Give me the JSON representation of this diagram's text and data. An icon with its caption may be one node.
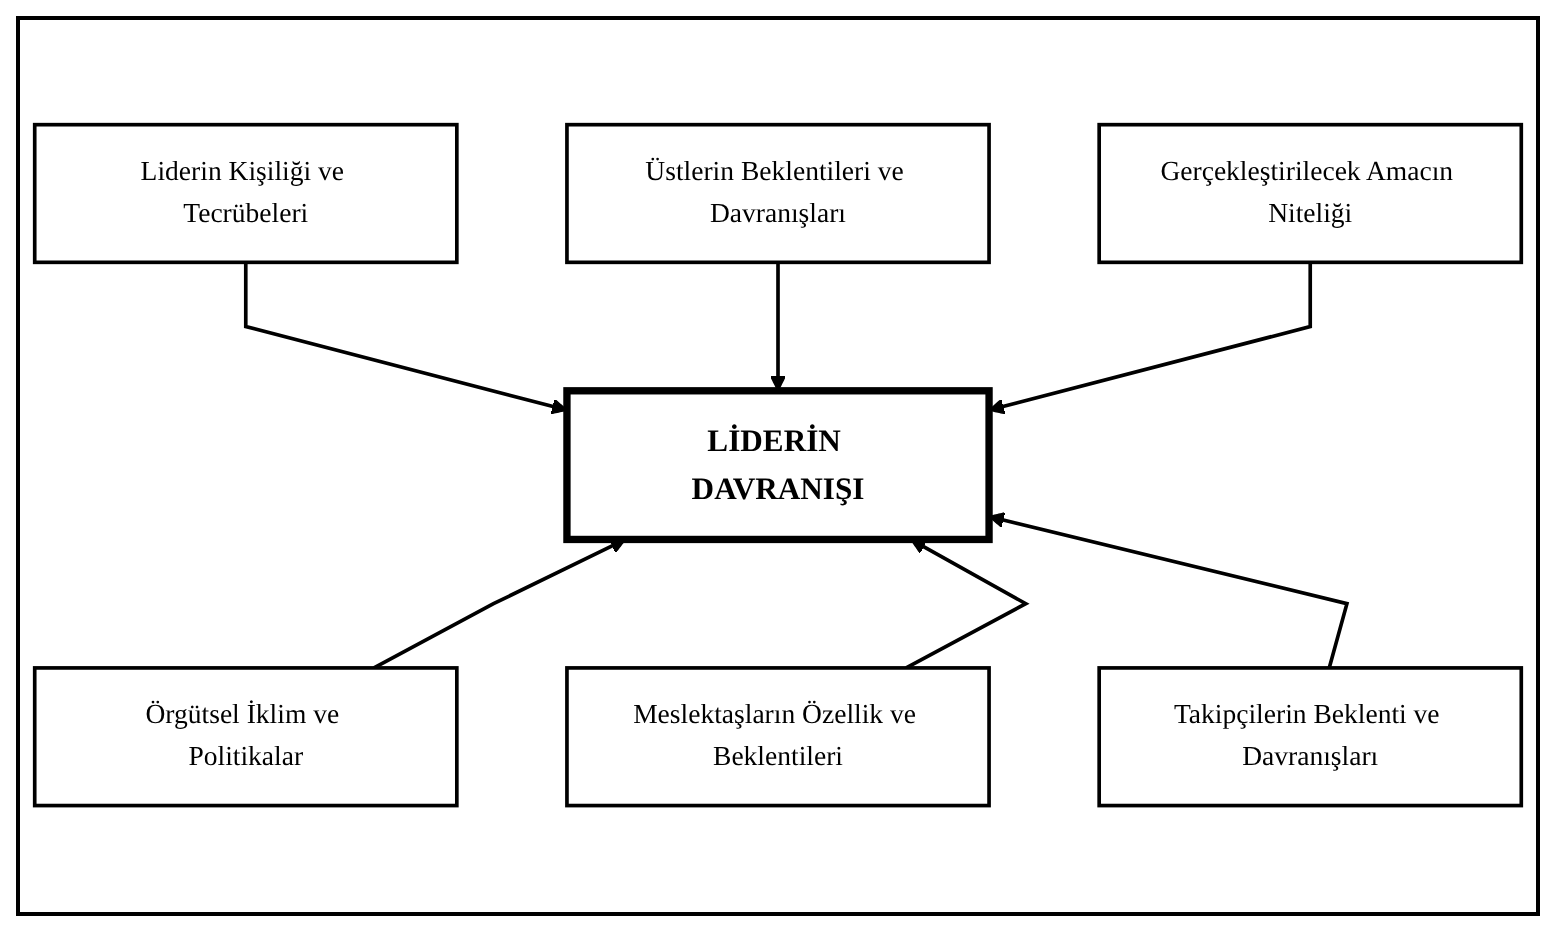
{
  "diagram": {
    "nodes": [
      {
        "text": [
          "Liderin Kişiliği ve Tecrübeleri"
        ]
      },
      {
        "text": [
          "Üstlerin Beklentileri ve Davranışları"
        ]
      },
      {
        "text": [
          "Gerçekleştirilecek Amacın Niteliği"
        ]
      },
      {
        "text": [
          "LİDERİN DAVRANIŞI"
        ]
      },
      {
        "text": [
          "Örgütsel İklim ve Politikalar"
        ]
      },
      {
        "text": [
          "Meslektaşların Özellik ve Beklentileri"
        ]
      },
      {
        "text": [
          "Takipçilerin Beklenti ve Davranışları"
        ]
      }
    ],
    "edges": [
      {
        "from": 0,
        "to": 3,
        "arrow": "to"
      },
      {
        "from": 1,
        "to": 3,
        "arrow": "to"
      },
      {
        "from": 2,
        "to": 3,
        "arrow": "to"
      },
      {
        "from": 4,
        "to": 3,
        "arrow": "to"
      },
      {
        "from": 5,
        "to": 3,
        "arrow": "to"
      },
      {
        "from": 6,
        "to": 3,
        "arrow": "to"
      }
    ]
  }
}
